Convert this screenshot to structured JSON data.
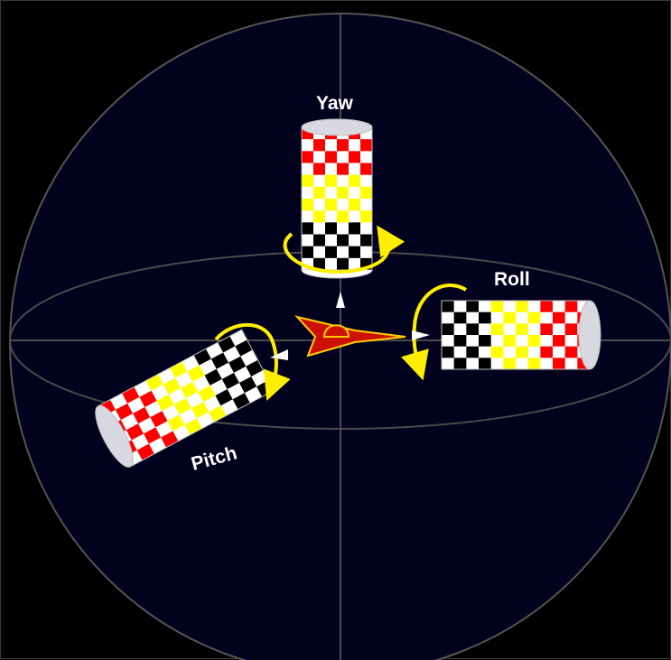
{
  "labels": {
    "yaw": "Yaw",
    "roll": "Roll",
    "pitch": "Pitch"
  },
  "colors": {
    "background": "#000000",
    "sphere_fill": "#02021f",
    "grid_line": "#4a4a4a",
    "checker_red": "#ff0000",
    "checker_yellow": "#ffff00",
    "checker_black": "#000000",
    "checker_white": "#ffffff",
    "arrow": "#ffee00",
    "aircraft_fill": "#cc1100",
    "aircraft_outline": "#ffcc00"
  },
  "cylinders": {
    "yaw": {
      "ring_colors": [
        "red",
        "red",
        "yellow",
        "yellow",
        "black",
        "black"
      ]
    },
    "roll": {
      "ring_colors": [
        "black",
        "black",
        "yellow",
        "yellow",
        "red",
        "red"
      ]
    },
    "pitch": {
      "ring_colors": [
        "red",
        "red",
        "yellow",
        "yellow",
        "black",
        "black"
      ]
    }
  }
}
